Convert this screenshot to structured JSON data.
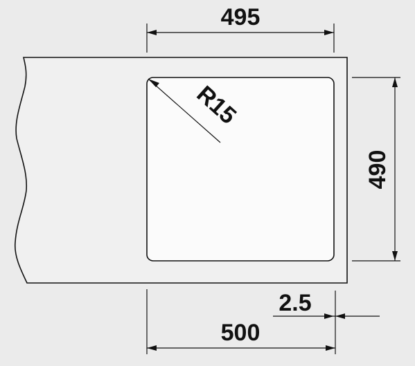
{
  "dimensions": {
    "top_width": "495",
    "height": "490",
    "corner_radius": "R15",
    "offset": "2.5",
    "bottom_width": "500"
  },
  "colors": {
    "background": "#ebebeb",
    "worktop": "#f0f0f0",
    "bowl": "#fbfbfb",
    "line": "#111111"
  }
}
